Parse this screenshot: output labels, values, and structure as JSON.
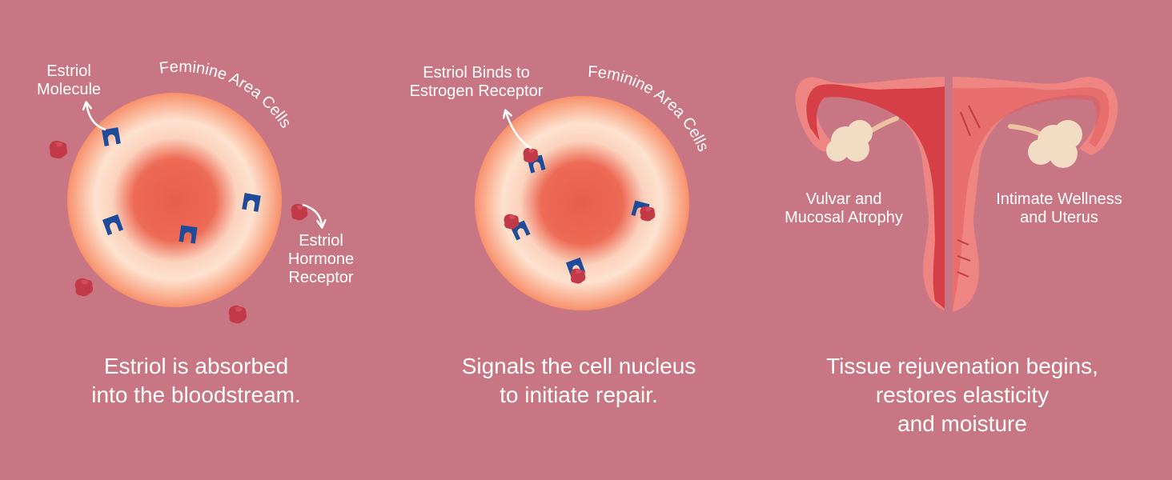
{
  "colors": {
    "background": "#c87683",
    "cell_outer": "#f7906b",
    "cell_inner": "#fde2cf",
    "nucleus": "#e85d4c",
    "receptor": "#1f4c9a",
    "molecule": "#c23a47",
    "uterus_outer": "#ef8582",
    "uterus_inner": "#d53f45",
    "ovary": "#f3dcc4",
    "ligament": "#ecc2a2"
  },
  "panel1": {
    "molecule_label": "Estriol\nMolecule",
    "cells_label": "Feminine Area Cells",
    "receptor_label": "Estriol\nHormone\nReceptor",
    "caption": "Estriol is absorbed\ninto the bloodstream."
  },
  "panel2": {
    "binds_label": "Estriol Binds to\nEstrogen Receptor",
    "cells_label": "Feminine Area Cells",
    "caption": "Signals the cell nucleus\nto initiate repair."
  },
  "panel3": {
    "left_label": "Vulvar and\nMucosal Atrophy",
    "right_label": "Intimate Wellness\nand Uterus",
    "caption": "Tissue rejuvenation begins,\nrestores elasticity\nand moisture"
  }
}
